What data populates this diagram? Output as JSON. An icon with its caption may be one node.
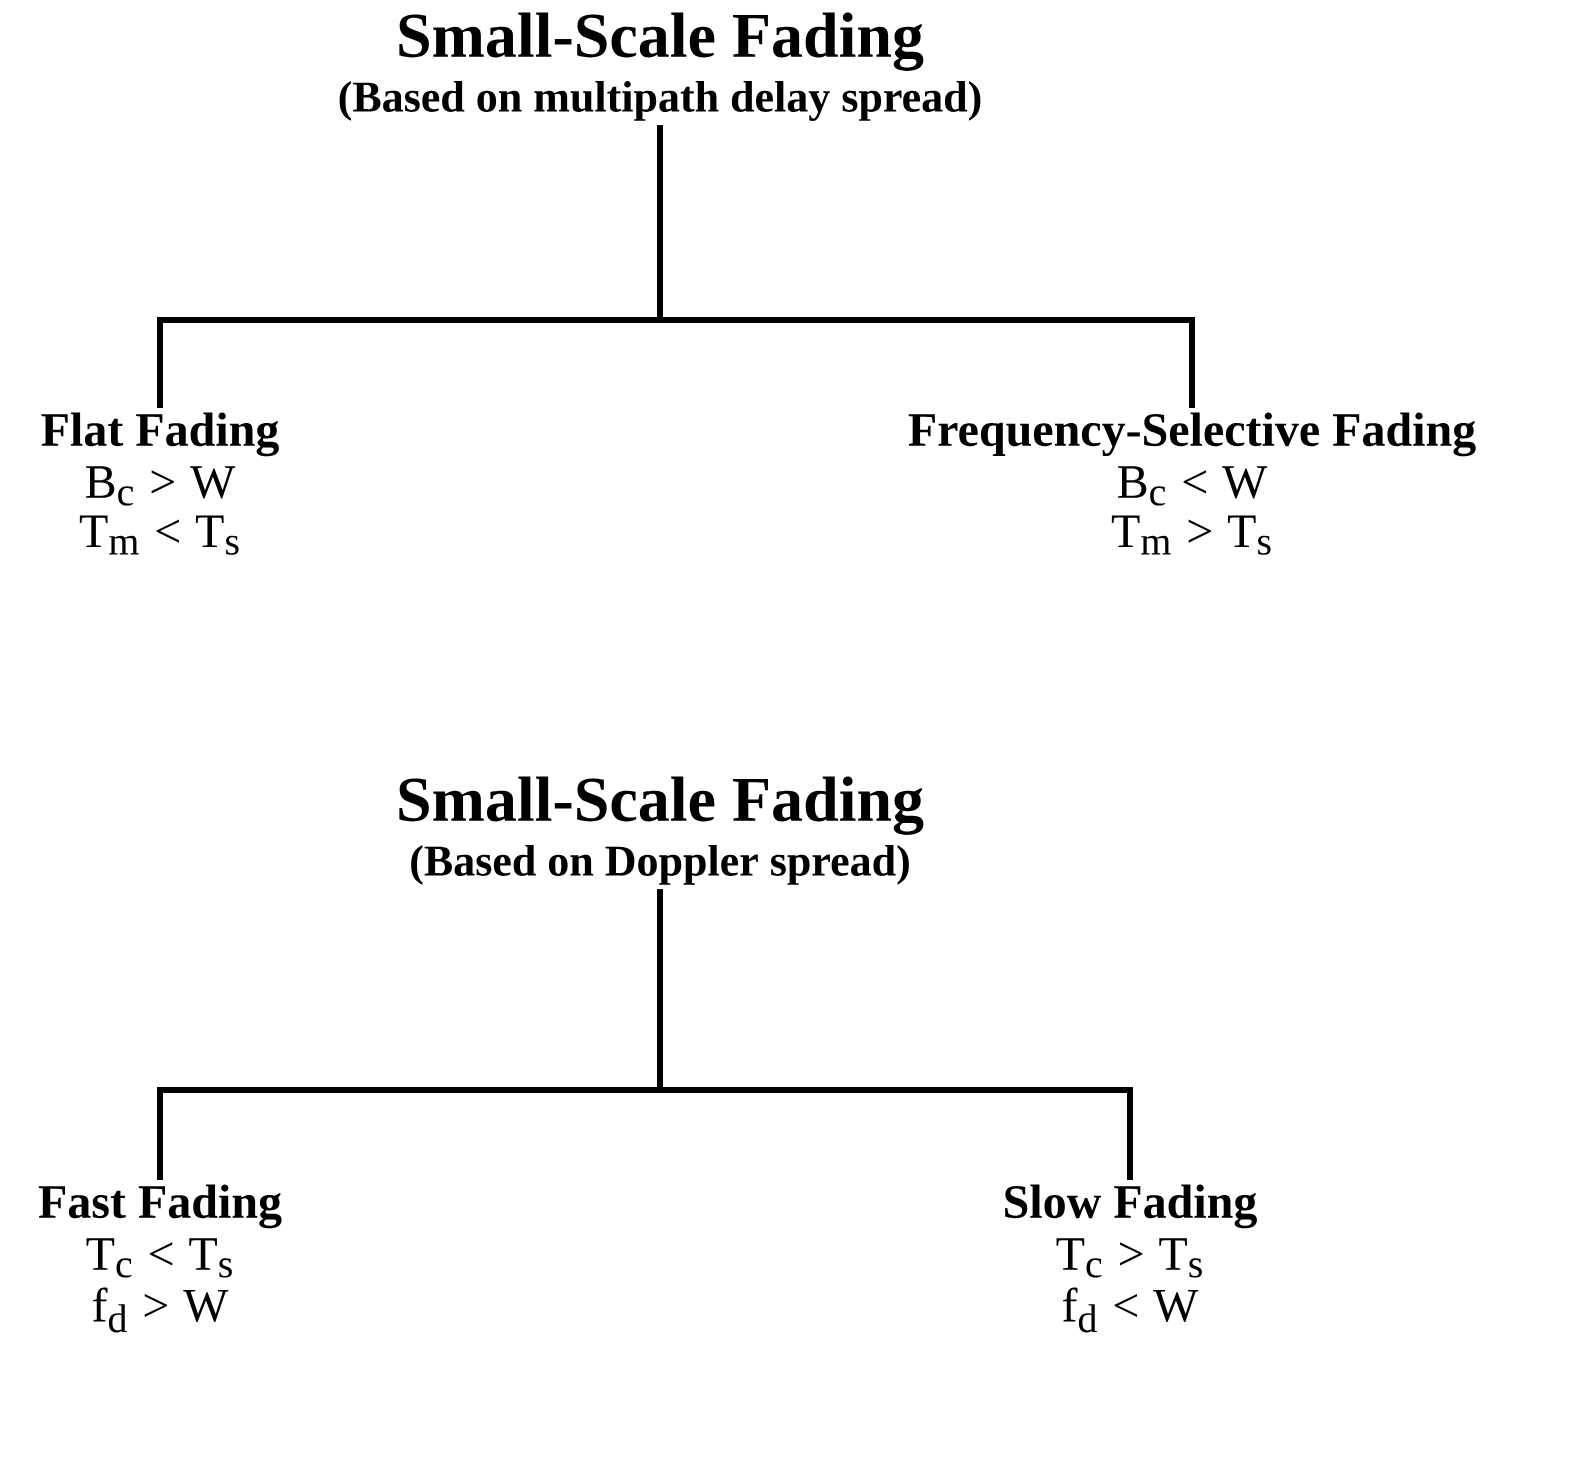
{
  "diagram": {
    "nodes": [
      {
        "text": [
          "Small-Scale Fading",
          "(Based on multipath delay spread)"
        ]
      },
      {
        "text": [
          "Flat Fading",
          "B_c > W",
          "T_m < T_s"
        ]
      },
      {
        "text": [
          "Frequency-Selective Fading",
          "B_c < W",
          "T_m > T_s"
        ]
      },
      {
        "text": [
          "Small-Scale Fading",
          "(Based on Doppler spread)"
        ]
      },
      {
        "text": [
          "Fast Fading",
          "T_c < T_s",
          "f_d > W"
        ]
      },
      {
        "text": [
          "Slow Fading",
          "T_c > T_s",
          "f_d < W"
        ]
      }
    ],
    "edges": [
      {
        "from": 0,
        "to": 1,
        "arrow": "none"
      },
      {
        "from": 0,
        "to": 2,
        "arrow": "none"
      },
      {
        "from": 3,
        "to": 4,
        "arrow": "none"
      },
      {
        "from": 3,
        "to": 5,
        "arrow": "none"
      }
    ]
  }
}
